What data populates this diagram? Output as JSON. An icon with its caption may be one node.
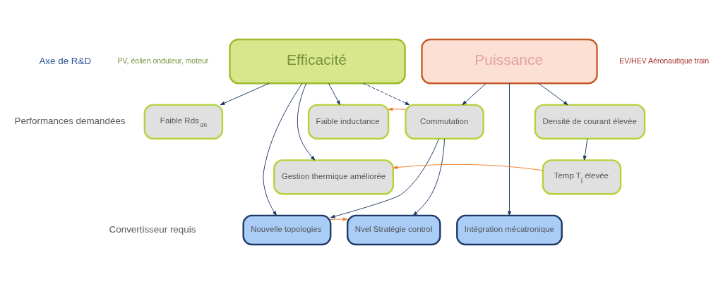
{
  "diagram": {
    "nodes": [
      {
        "text": [
          "Efficacité"
        ],
        "beside": [
          "PV, éolien onduleur, moteur"
        ]
      },
      {
        "text": [
          "Puissance"
        ],
        "beside": [
          "EV/HEV Aéronautique train"
        ]
      },
      {
        "text": [
          "Faible Rds$_{on}$"
        ]
      },
      {
        "text": [
          "Faible inductance"
        ]
      },
      {
        "text": [
          "Commutation"
        ]
      },
      {
        "text": [
          "Densité de courant élevée"
        ]
      },
      {
        "text": [
          "Gestion thermique améliorée"
        ]
      },
      {
        "text": [
          "Temp T$_{j}$ élevée"
        ]
      },
      {
        "text": [
          "Nouvelle topologies"
        ]
      },
      {
        "text": [
          "Nvel Stratégie control"
        ]
      },
      {
        "text": [
          "Intégration mécatronique"
        ]
      }
    ],
    "edges": [
      {
        "from": 0,
        "to": 2,
        "arrow": "to"
      },
      {
        "from": 0,
        "to": 6,
        "arrow": "to"
      },
      {
        "from": 0,
        "to": 3,
        "arrow": "to"
      },
      {
        "from": 0,
        "to": 8,
        "arrow": "to"
      },
      {
        "from": 0,
        "to": 4,
        "arrow": "to",
        "style": "dashed"
      },
      {
        "from": 1,
        "to": 4,
        "arrow": "to"
      },
      {
        "from": 1,
        "to": 5,
        "arrow": "to"
      },
      {
        "from": 1,
        "to": 10,
        "arrow": "to"
      },
      {
        "from": 4,
        "to": 3,
        "arrow": "to",
        "color": "#ed7d31"
      },
      {
        "from": 5,
        "to": 7,
        "arrow": "to"
      },
      {
        "from": 7,
        "to": 6,
        "arrow": "to",
        "color": "#ed7d31"
      },
      {
        "from": 4,
        "to": 8,
        "arrow": "to"
      },
      {
        "from": 4,
        "to": 9,
        "arrow": "to"
      },
      {
        "from": 8,
        "to": 9,
        "arrow": "to",
        "color": "#ed7d31"
      }
    ],
    "labels": [
      "Axe de R&D",
      "Performances demandées",
      "Convertisseur requis"
    ]
  }
}
